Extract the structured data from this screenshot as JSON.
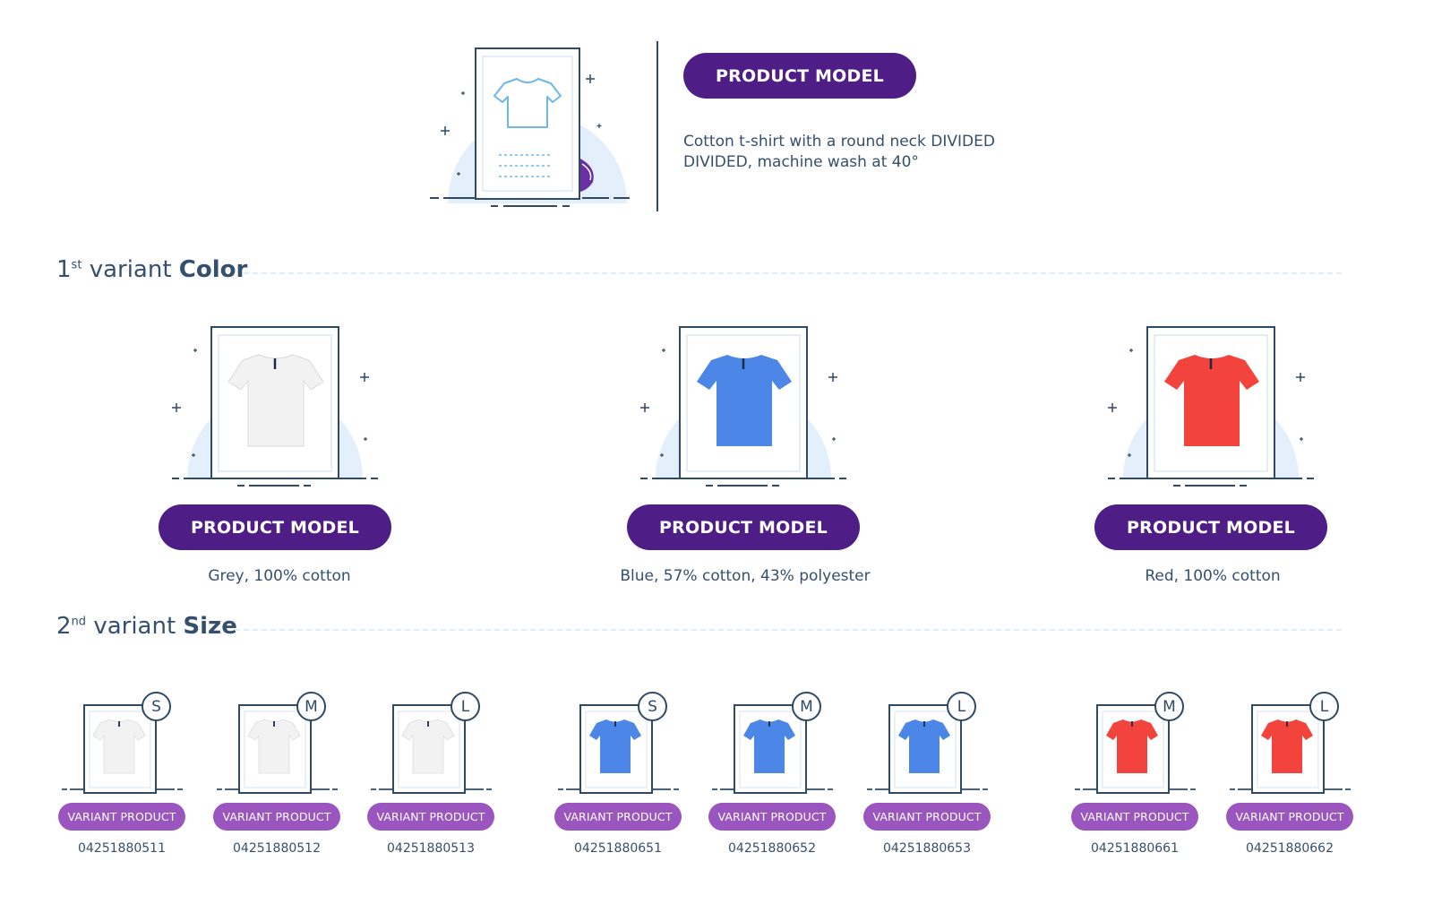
{
  "top": {
    "label": "PRODUCT MODEL",
    "description": "Cotton t-shirt with a round neck DIVIDED DIVIDED, machine wash at 40°"
  },
  "section1": {
    "num": "1",
    "sup": "st",
    "word": "variant",
    "bold": "Color"
  },
  "section2": {
    "num": "2",
    "sup": "nd",
    "word": "variant",
    "bold": "Size"
  },
  "colors": [
    {
      "label": "PRODUCT MODEL",
      "desc": "Grey, 100% cotton",
      "shirt": "#f2f2f2"
    },
    {
      "label": "PRODUCT MODEL",
      "desc": "Blue, 57% cotton, 43% polyester",
      "shirt": "#4c86e6"
    },
    {
      "label": "PRODUCT MODEL",
      "desc": "Red, 100% cotton",
      "shirt": "#f2433c"
    }
  ],
  "variants": [
    {
      "label": "VARIANT PRODUCT",
      "size": "S",
      "sku": "04251880511",
      "shirt": "#f2f2f2"
    },
    {
      "label": "VARIANT PRODUCT",
      "size": "M",
      "sku": "04251880512",
      "shirt": "#f2f2f2"
    },
    {
      "label": "VARIANT PRODUCT",
      "size": "L",
      "sku": "04251880513",
      "shirt": "#f2f2f2"
    },
    {
      "label": "VARIANT PRODUCT",
      "size": "S",
      "sku": "04251880651",
      "shirt": "#4c86e6"
    },
    {
      "label": "VARIANT PRODUCT",
      "size": "M",
      "sku": "04251880652",
      "shirt": "#4c86e6"
    },
    {
      "label": "VARIANT PRODUCT",
      "size": "L",
      "sku": "04251880653",
      "shirt": "#4c86e6"
    },
    {
      "label": "VARIANT PRODUCT",
      "size": "M",
      "sku": "04251880661",
      "shirt": "#f2433c"
    },
    {
      "label": "VARIANT PRODUCT",
      "size": "L",
      "sku": "04251880662",
      "shirt": "#f2433c"
    }
  ],
  "colors_theme": {
    "pill_dark": "#4e1e86",
    "pill_light": "#9a56be",
    "text": "#34506e",
    "line": "#2e4a66",
    "glow": "#e3f0fb"
  }
}
